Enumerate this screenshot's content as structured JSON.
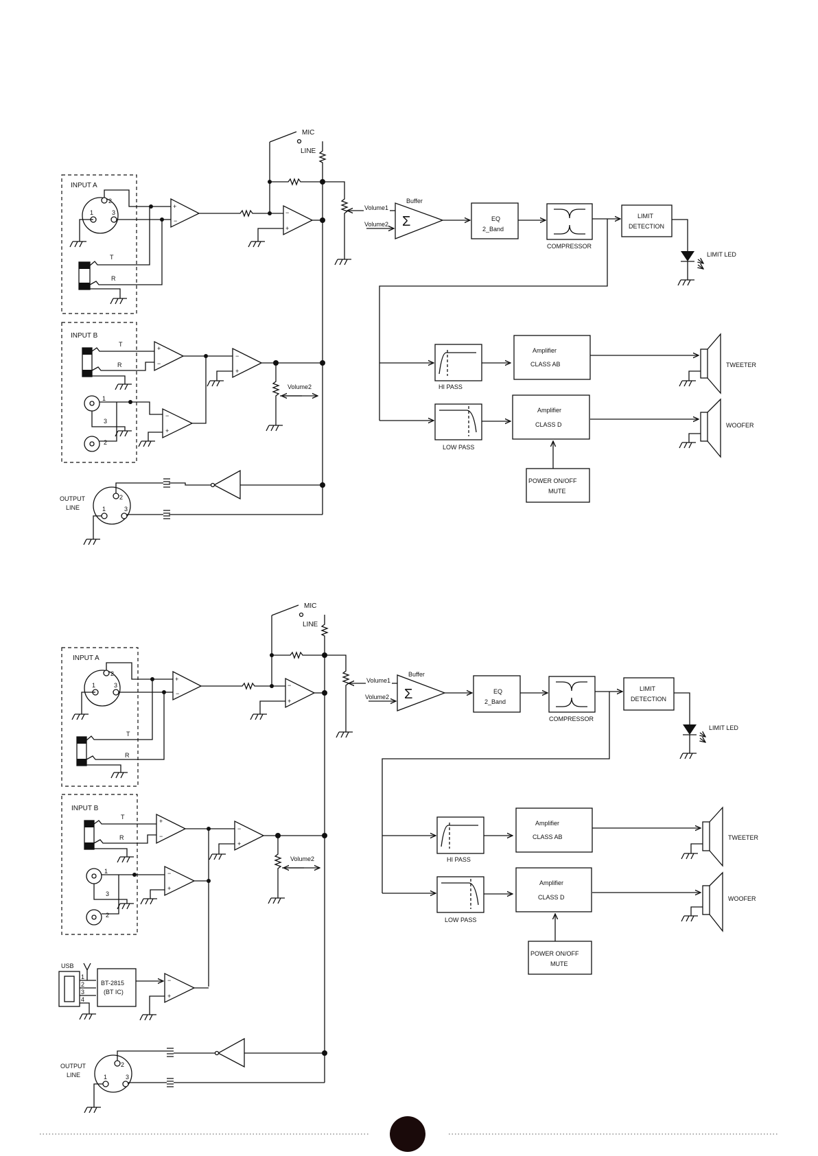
{
  "diagrams": [
    {
      "mic_label": "MIC",
      "line_label": "LINE",
      "input_a_label": "INPUT A",
      "input_b_label": "INPUT B",
      "pin_1": "1",
      "pin_2": "2",
      "pin_3": "3",
      "tip_label": "T",
      "ring_label": "R",
      "volume1_label": "Volume1",
      "volume2_label": "Volume2",
      "volume2_pot_label": "Volume2",
      "buffer_label": "Buffer",
      "sigma_symbol": "Σ",
      "eq_line1": "EQ",
      "eq_line2": "2_Band",
      "compressor_label": "COMPRESSOR",
      "limit_line1": "LIMIT",
      "limit_line2": "DETECTION",
      "limit_led_label": "LIMIT LED",
      "hi_pass_label": "HI PASS",
      "low_pass_label": "LOW PASS",
      "amp_ab_line1": "Amplifier",
      "amp_ab_line2": "CLASS AB",
      "amp_d_line1": "Amplifier",
      "amp_d_line2": "CLASS D",
      "tweeter_label": "TWEETER",
      "woofer_label": "WOOFER",
      "power_line1": "POWER ON/OFF",
      "power_line2": "MUTE",
      "output_line1": "OUTPUT",
      "output_line2": "LINE"
    },
    {
      "mic_label": "MIC",
      "line_label": "LINE",
      "input_a_label": "INPUT A",
      "input_b_label": "INPUT B",
      "pin_1": "1",
      "pin_2": "2",
      "pin_3": "3",
      "tip_label": "T",
      "ring_label": "R",
      "volume1_label": "Volume1",
      "volume2_label": "Volume2",
      "volume2_pot_label": "Volume2",
      "buffer_label": "Buffer",
      "sigma_symbol": "Σ",
      "eq_line1": "EQ",
      "eq_line2": "2_Band",
      "compressor_label": "COMPRESSOR",
      "limit_line1": "LIMIT",
      "limit_line2": "DETECTION",
      "limit_led_label": "LIMIT LED",
      "hi_pass_label": "HI PASS",
      "low_pass_label": "LOW PASS",
      "amp_ab_line1": "Amplifier",
      "amp_ab_line2": "CLASS AB",
      "amp_d_line1": "Amplifier",
      "amp_d_line2": "CLASS D",
      "tweeter_label": "TWEETER",
      "woofer_label": "WOOFER",
      "power_line1": "POWER ON/OFF",
      "power_line2": "MUTE",
      "output_line1": "OUTPUT",
      "output_line2": "LINE",
      "usb_label": "USB",
      "usb_pins": [
        "1",
        "2",
        "3",
        "4"
      ],
      "bt_line1": "BT-2815",
      "bt_line2": "(BT IC)"
    }
  ]
}
